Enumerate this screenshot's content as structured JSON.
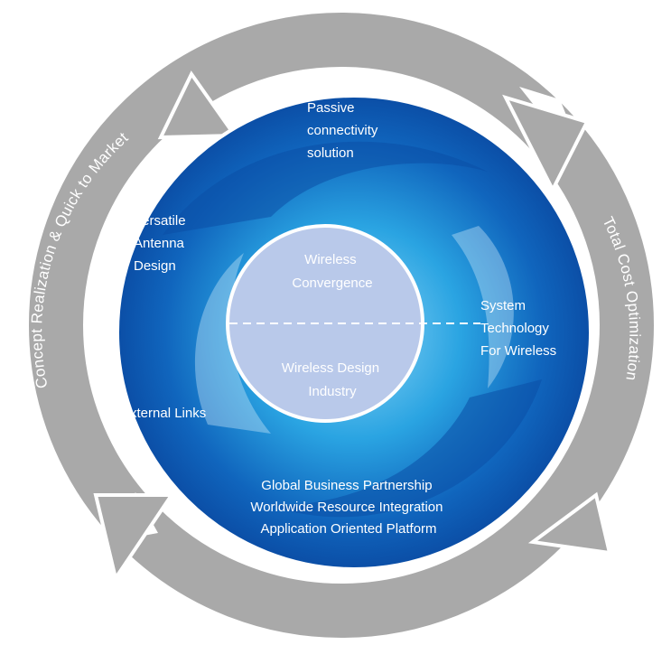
{
  "outer_ring": {
    "left_label": "Concept Realization & Quick to Market",
    "right_label": "Total Cost Optimization"
  },
  "segments": {
    "passive": [
      "Passive",
      "connectivity",
      "solution"
    ],
    "antenna": [
      "Versatile",
      "Antenna",
      "Design"
    ],
    "system": [
      "System",
      "Technology",
      "For Wireless"
    ],
    "external": [
      "External Links"
    ],
    "global": [
      "Global Business Partnership",
      "Worldwide Resource Integration",
      "Application Oriented Platform"
    ]
  },
  "core": {
    "top": [
      "Wireless",
      "Convergence"
    ],
    "bottom": [
      "Wireless Design",
      "Industry"
    ]
  },
  "colors": {
    "ring_gray": "#a9a9a9",
    "blue_dark": "#0b4ea6",
    "blue_light": "#35b4ea",
    "core_fill": "#b9c9ea"
  }
}
